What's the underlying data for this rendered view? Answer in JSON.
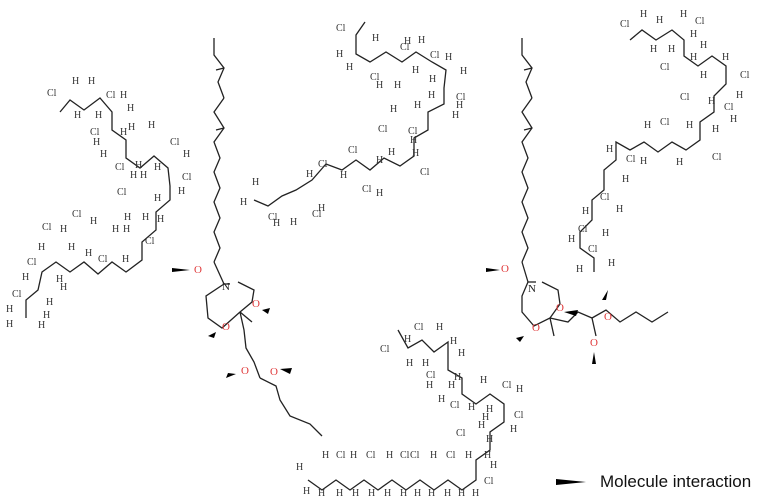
{
  "figure": {
    "type": "molecular_interaction_diagram",
    "colors": {
      "bond": "#222222",
      "oxygen_nitrogen_highlight": "#e0393a",
      "interaction_marker": "#000000"
    },
    "molecules": [
      {
        "id": "chloroparaffin-1",
        "description": "Chlorinated paraffin chain",
        "atom_labels": [
          "Cl",
          "H"
        ],
        "position": "left"
      },
      {
        "id": "ester-complex-1",
        "description": "Fatty acyl chain with diene, amide N in 1,4-dioxa-7-aza ring, ester with butyl group",
        "atom_labels": [
          "N",
          "O",
          "O",
          "O",
          "O"
        ],
        "position": "center-left"
      },
      {
        "id": "chloroparaffin-2",
        "description": "Chlorinated paraffin chain",
        "atom_labels": [
          "Cl",
          "H"
        ],
        "position": "top-center"
      },
      {
        "id": "ester-complex-2",
        "description": "Fatty acyl chain with diene, amide N ring, ester with butyl group",
        "atom_labels": [
          "N",
          "O",
          "O",
          "O",
          "O"
        ],
        "position": "center-right"
      },
      {
        "id": "chloroparaffin-3",
        "description": "Chlorinated paraffin chain",
        "atom_labels": [
          "Cl",
          "H"
        ],
        "position": "top-right"
      },
      {
        "id": "chloroparaffin-4",
        "description": "Chlorinated paraffin chain",
        "atom_labels": [
          "Cl",
          "H"
        ],
        "position": "bottom-center"
      }
    ],
    "atoms": {
      "cl": "Cl",
      "h": "H",
      "n": "N",
      "o": "O"
    }
  },
  "legend": {
    "marker": "wedge",
    "label": "Molecule interaction"
  }
}
